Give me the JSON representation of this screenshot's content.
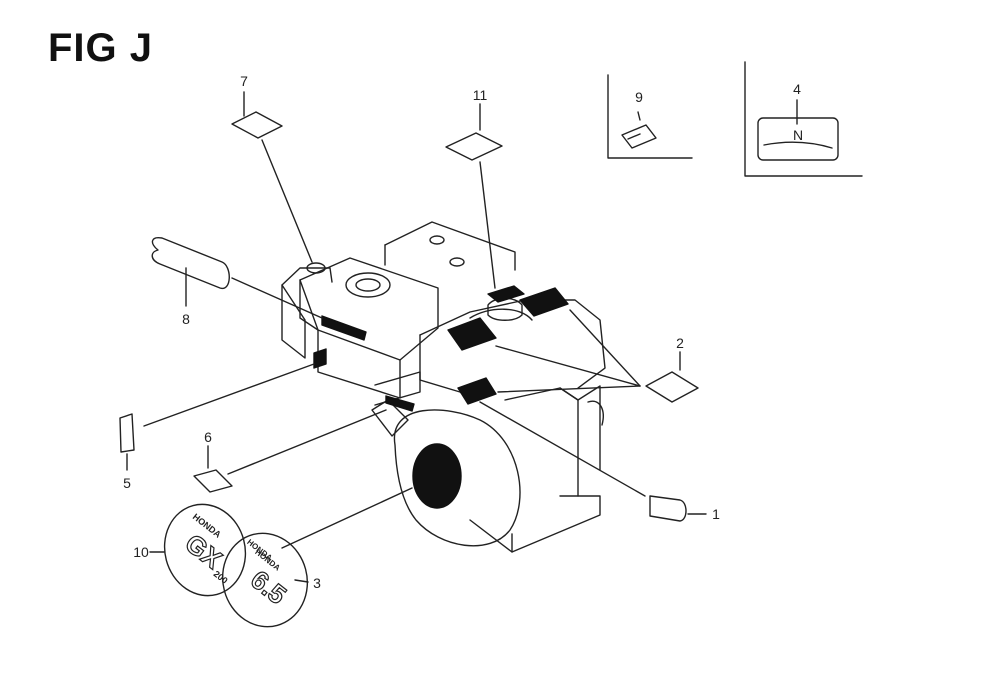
{
  "figure": {
    "title": "FIG J"
  },
  "callouts": {
    "c1": "1",
    "c2": "2",
    "c3": "3",
    "c4": "4",
    "c5": "5",
    "c6": "6",
    "c7": "7",
    "c8": "8",
    "c9": "9",
    "c10": "10",
    "c11": "11"
  },
  "decals": {
    "model_badge": {
      "line1": "HONDA",
      "line2": "GX",
      "line3": "200"
    },
    "power_badge": {
      "line1": "HONDA",
      "line2": "HONDA",
      "line3": "6.5"
    },
    "choke_letter": "N"
  }
}
